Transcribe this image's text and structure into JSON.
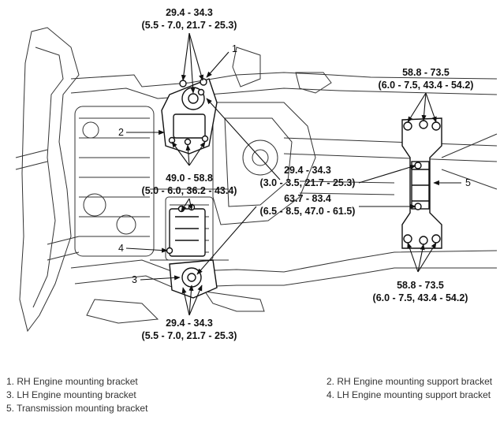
{
  "torque_labels": {
    "top_left": {
      "line1": "29.4 - 34.3",
      "line2": "(5.5 - 7.0, 21.7 - 25.3)"
    },
    "top_right": {
      "line1": "58.8 - 73.5",
      "line2": "(6.0 - 7.5, 43.4 - 54.2)"
    },
    "middle_left": {
      "line1": "49.0 - 58.8",
      "line2": "(5.0 - 6.0, 36.2 - 43.4)"
    },
    "middle_right_a": {
      "line1": "29.4 - 34.3",
      "line2": "(3.0 - 3.5, 21.7 - 25.3)"
    },
    "middle_right_b": {
      "line1": "63.7 - 83.4",
      "line2": "(6.5 - 8.5, 47.0 - 61.5)"
    },
    "bottom_left": {
      "line1": "29.4 - 34.3",
      "line2": "(5.5 - 7.0, 21.7 - 25.3)"
    },
    "bottom_right": {
      "line1": "58.8 - 73.5",
      "line2": "(6.0 - 7.5, 43.4 - 54.2)"
    }
  },
  "callouts": [
    "1",
    "2",
    "3",
    "4",
    "5"
  ],
  "legend": {
    "item1": "1. RH Engine mounting bracket",
    "item2": "2. RH Engine mounting support bracket",
    "item3": "3. LH Engine mounting bracket",
    "item4": "4. LH Engine mounting support bracket",
    "item5": "5. Transmission mounting bracket"
  }
}
